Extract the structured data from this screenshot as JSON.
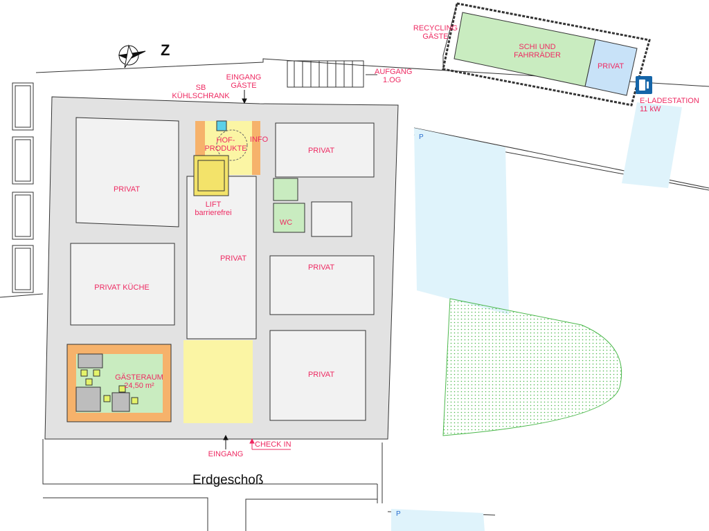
{
  "plan_title": "Erdgeschoß",
  "compass": {
    "north_letter": "Z"
  },
  "labels": {
    "eingang_gaeste": [
      "EINGANG",
      "GÄSTE"
    ],
    "sb_kuehlschrank": [
      "SB",
      "KÜHLSCHRANK"
    ],
    "aufgang": [
      "AUFGANG",
      "1.OG"
    ],
    "hof_produkte": [
      "HOF-",
      "PRODUKTE"
    ],
    "info": "INFO",
    "lift": [
      "LIFT",
      "barrierefrei"
    ],
    "wc": "WC",
    "privat": "PRIVAT",
    "privat_kueche": "PRIVAT KÜCHE",
    "gaesteraum": [
      "GÄSTERAUM",
      "24,50 m²"
    ],
    "eingang": "EINGANG",
    "check_in": "CHECK IN",
    "recycling": [
      "RECYCLING",
      "GÄSTE"
    ],
    "schi": [
      "SCHI UND",
      "FAHRRÄDER"
    ],
    "e_lade": [
      "E-LADESTATION",
      "11 kW"
    ],
    "parking": "P"
  },
  "colors": {
    "label": "#ee2a62",
    "wall": "#e2e2e2",
    "room": "#f2f2f2",
    "yellow": "#fbf5a4",
    "orange": "#f6b26b",
    "green": "#c9ecc0",
    "blue": "#c8e2f8",
    "parking": "#dff3fb"
  }
}
